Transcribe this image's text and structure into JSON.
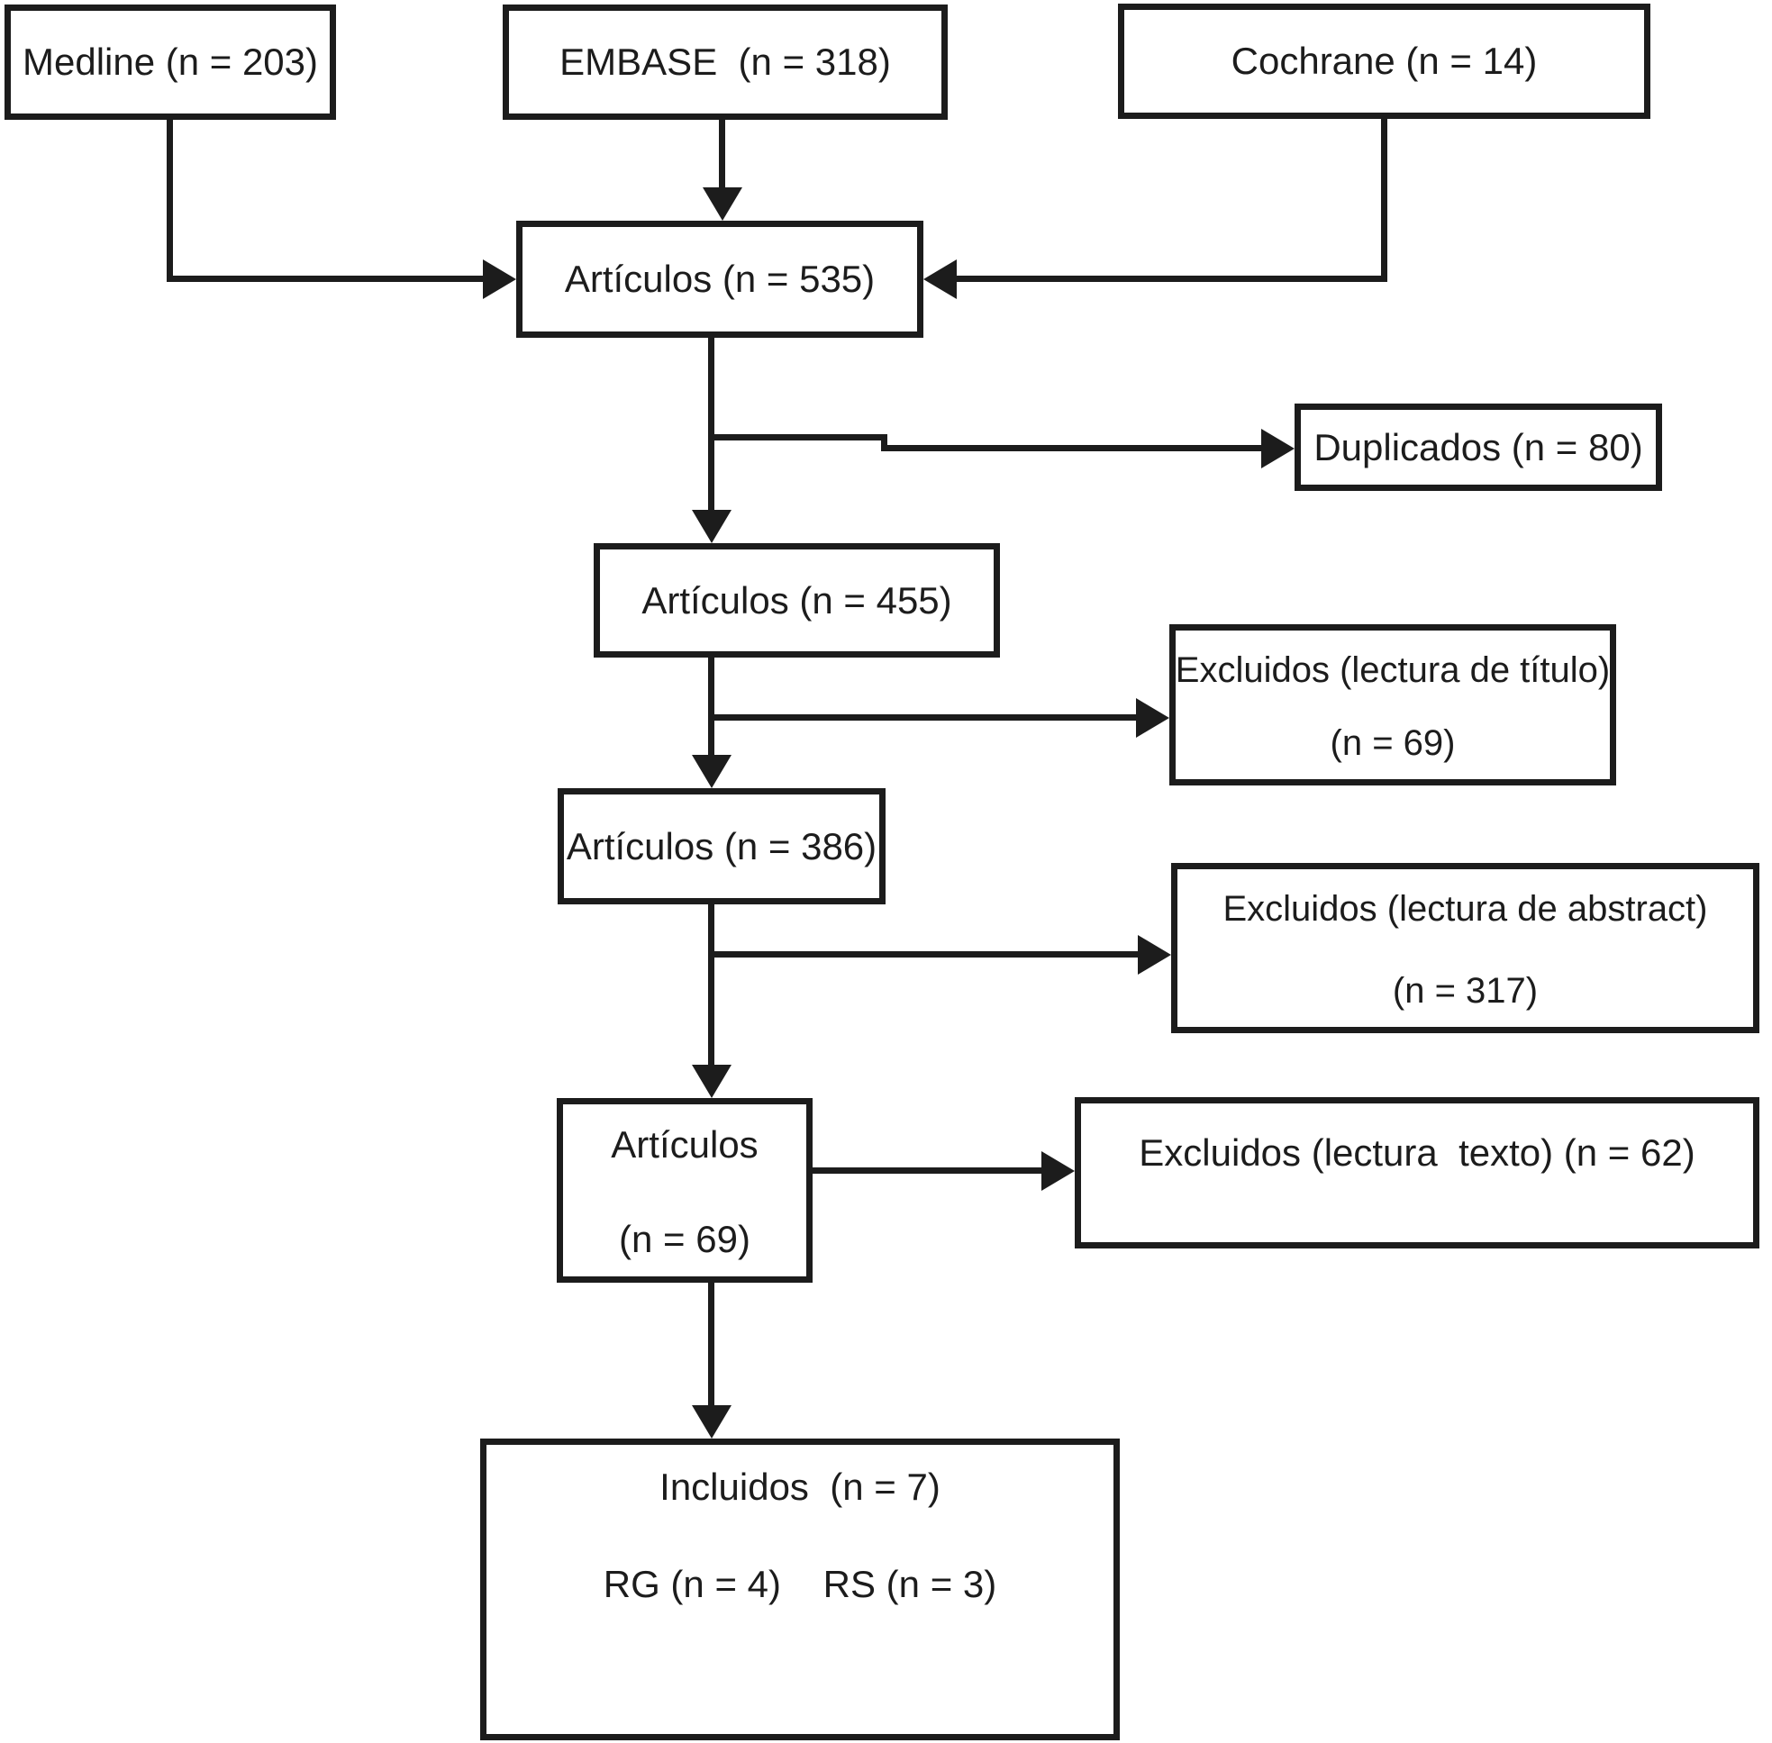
{
  "colors": {
    "line": "#1c1c1c",
    "background": "#ffffff"
  },
  "boxes": {
    "medline": {
      "label": "Medline (n = 203)"
    },
    "embase": {
      "label": "EMBASE  (n = 318)"
    },
    "cochrane": {
      "label": "Cochrane (n = 14)"
    },
    "articulos_535": {
      "label": "Artículos (n = 535)"
    },
    "duplicados": {
      "label": "Duplicados (n = 80)"
    },
    "articulos_455": {
      "label": "Artículos (n = 455)"
    },
    "excluidos_titulo": {
      "line1": "Excluidos (lectura de título)",
      "line2": "(n = 69)"
    },
    "articulos_386": {
      "label": "Artículos (n = 386)"
    },
    "excluidos_abstract": {
      "line1": "Excluidos (lectura de abstract)",
      "line2": "(n = 317)"
    },
    "articulos_69": {
      "line1": "Artículos",
      "line2": "(n = 69)"
    },
    "excluidos_texto": {
      "label": "Excluidos (lectura  texto) (n = 62)"
    },
    "incluidos": {
      "line1": "Incluidos  (n = 7)",
      "line2": "RG (n = 4)    RS (n = 3)"
    }
  }
}
